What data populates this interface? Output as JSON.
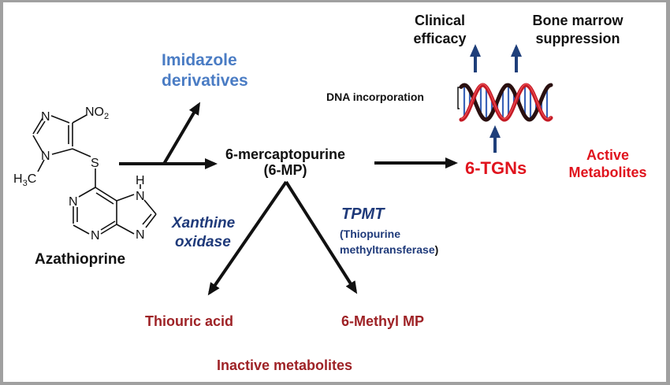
{
  "diagram": {
    "title": "Azathioprine metabolism pathway",
    "nodes": {
      "azathioprine": {
        "label": "Azathioprine"
      },
      "imidazole": {
        "line1": "Imidazole",
        "line2": "derivatives"
      },
      "mp": {
        "line1": "6-mercaptopurine",
        "line2": "(6-MP)"
      },
      "tgn": {
        "label": "6-TGNs"
      },
      "active": {
        "line1": "Active",
        "line2": "Metabolites"
      },
      "clinical": {
        "line1": "Clinical",
        "line2": "efficacy"
      },
      "marrow": {
        "line1": "Bone marrow",
        "line2": "suppression"
      },
      "dna": {
        "label": "DNA incorporation"
      },
      "thiouric": {
        "label": "Thiouric acid"
      },
      "methylmp": {
        "label": "6-Methyl MP"
      },
      "inactive": {
        "label": "Inactive metabolites"
      }
    },
    "enzymes": {
      "xo": {
        "line1": "Xanthine",
        "line2": "oxidase"
      },
      "tpmt": {
        "line1": "TPMT",
        "line2": "(Thiopurine",
        "line3": "methyltransferase",
        "line3_close": ")"
      }
    },
    "molecule": {
      "atoms": {
        "N_top": "N",
        "NO2": "NO",
        "NO2_sub": "2",
        "S": "S",
        "N_me": "N",
        "H3C_H": "H",
        "H3C_sub": "3",
        "H3C_C": "C",
        "N1": "N",
        "N3": "N",
        "N7": "N",
        "N7_H": "H",
        "N9": "N"
      }
    },
    "icons": {
      "dna": "dna-helix-icon"
    },
    "colors": {
      "black": "#111111",
      "imidazole_blue": "#4a7cc4",
      "enzyme_navy": "#1f3a7a",
      "arrow_navy": "#1f3f7a",
      "active_red": "#e0141e",
      "inactive_red": "#9e2226",
      "frame_gray": "#a0a0a0"
    }
  }
}
